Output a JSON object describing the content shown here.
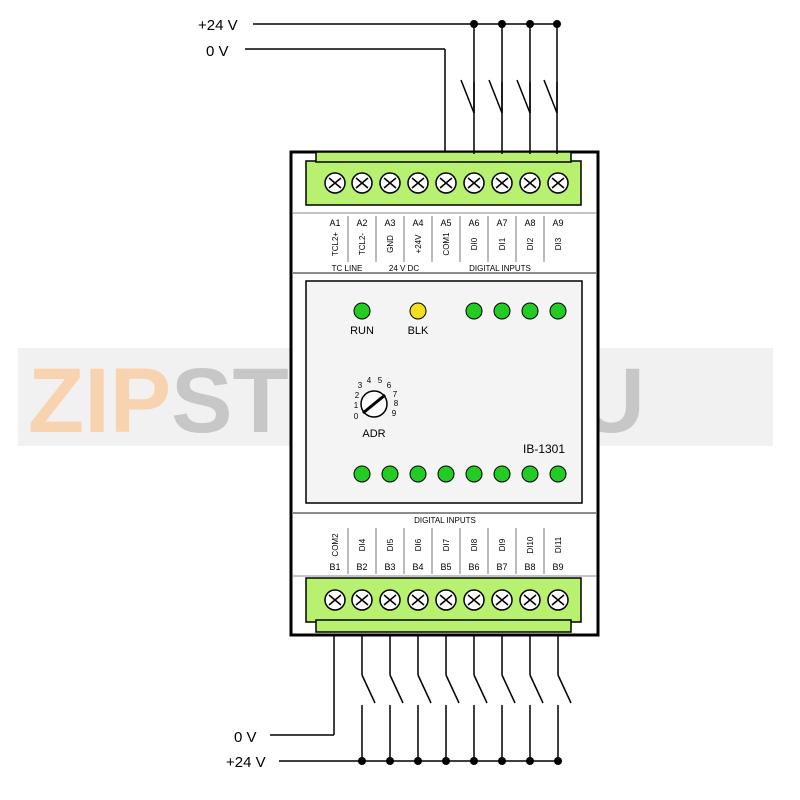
{
  "supply": {
    "top_plus_label": "+24 V",
    "top_zero_label": "0 V",
    "bottom_zero_label": "0 V",
    "bottom_plus_label": "+24 V"
  },
  "module": {
    "model": "IB-1301",
    "top_terminals": {
      "ids": [
        "A1",
        "A2",
        "A3",
        "A4",
        "A5",
        "A6",
        "A7",
        "A8",
        "A9"
      ],
      "signals": [
        "TCL2+",
        "TCL2-",
        "GND",
        "+24V",
        "COM1",
        "DI0",
        "DI1",
        "DI2",
        "DI3"
      ],
      "groups": [
        "TC LINE",
        "24 V DC",
        "DIGITAL INPUTS"
      ]
    },
    "bottom_terminals": {
      "ids": [
        "B1",
        "B2",
        "B3",
        "B4",
        "B5",
        "B6",
        "B7",
        "B8",
        "B9"
      ],
      "signals": [
        "COM2",
        "DI4",
        "DI5",
        "DI6",
        "DI7",
        "DI8",
        "DI9",
        "DI10",
        "DI11"
      ],
      "group": "DIGITAL INPUTS"
    },
    "leds": {
      "run_label": "RUN",
      "blk_label": "BLK",
      "run_color": "#22cc22",
      "blk_color": "#f0e020",
      "input_color": "#22cc22"
    },
    "address_switch": {
      "label": "ADR",
      "digits": [
        "0",
        "1",
        "2",
        "3",
        "4",
        "5",
        "6",
        "7",
        "8",
        "9"
      ]
    },
    "terminal_block_color": "#b8f070"
  },
  "watermark": {
    "text_orange": "ZIP",
    "text_gray": "STORE.RU",
    "orange": "#f4b070",
    "gray": "#9a9a9a"
  }
}
